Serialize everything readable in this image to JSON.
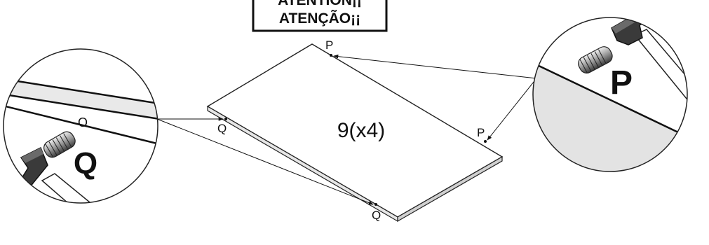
{
  "warning": {
    "line1": "ATENTION¡¡",
    "line2": "ATENÇÃO¡¡"
  },
  "panel": {
    "label": "9(x4)"
  },
  "markers": {
    "p_top": "P",
    "p_right": "P",
    "q_left": "Q",
    "q_bottom": "Q"
  },
  "detail_left": {
    "hole_label": "O",
    "letter": "Q"
  },
  "detail_right": {
    "letter": "P"
  },
  "icons": [
    "hammer-icon",
    "dowel-icon"
  ]
}
